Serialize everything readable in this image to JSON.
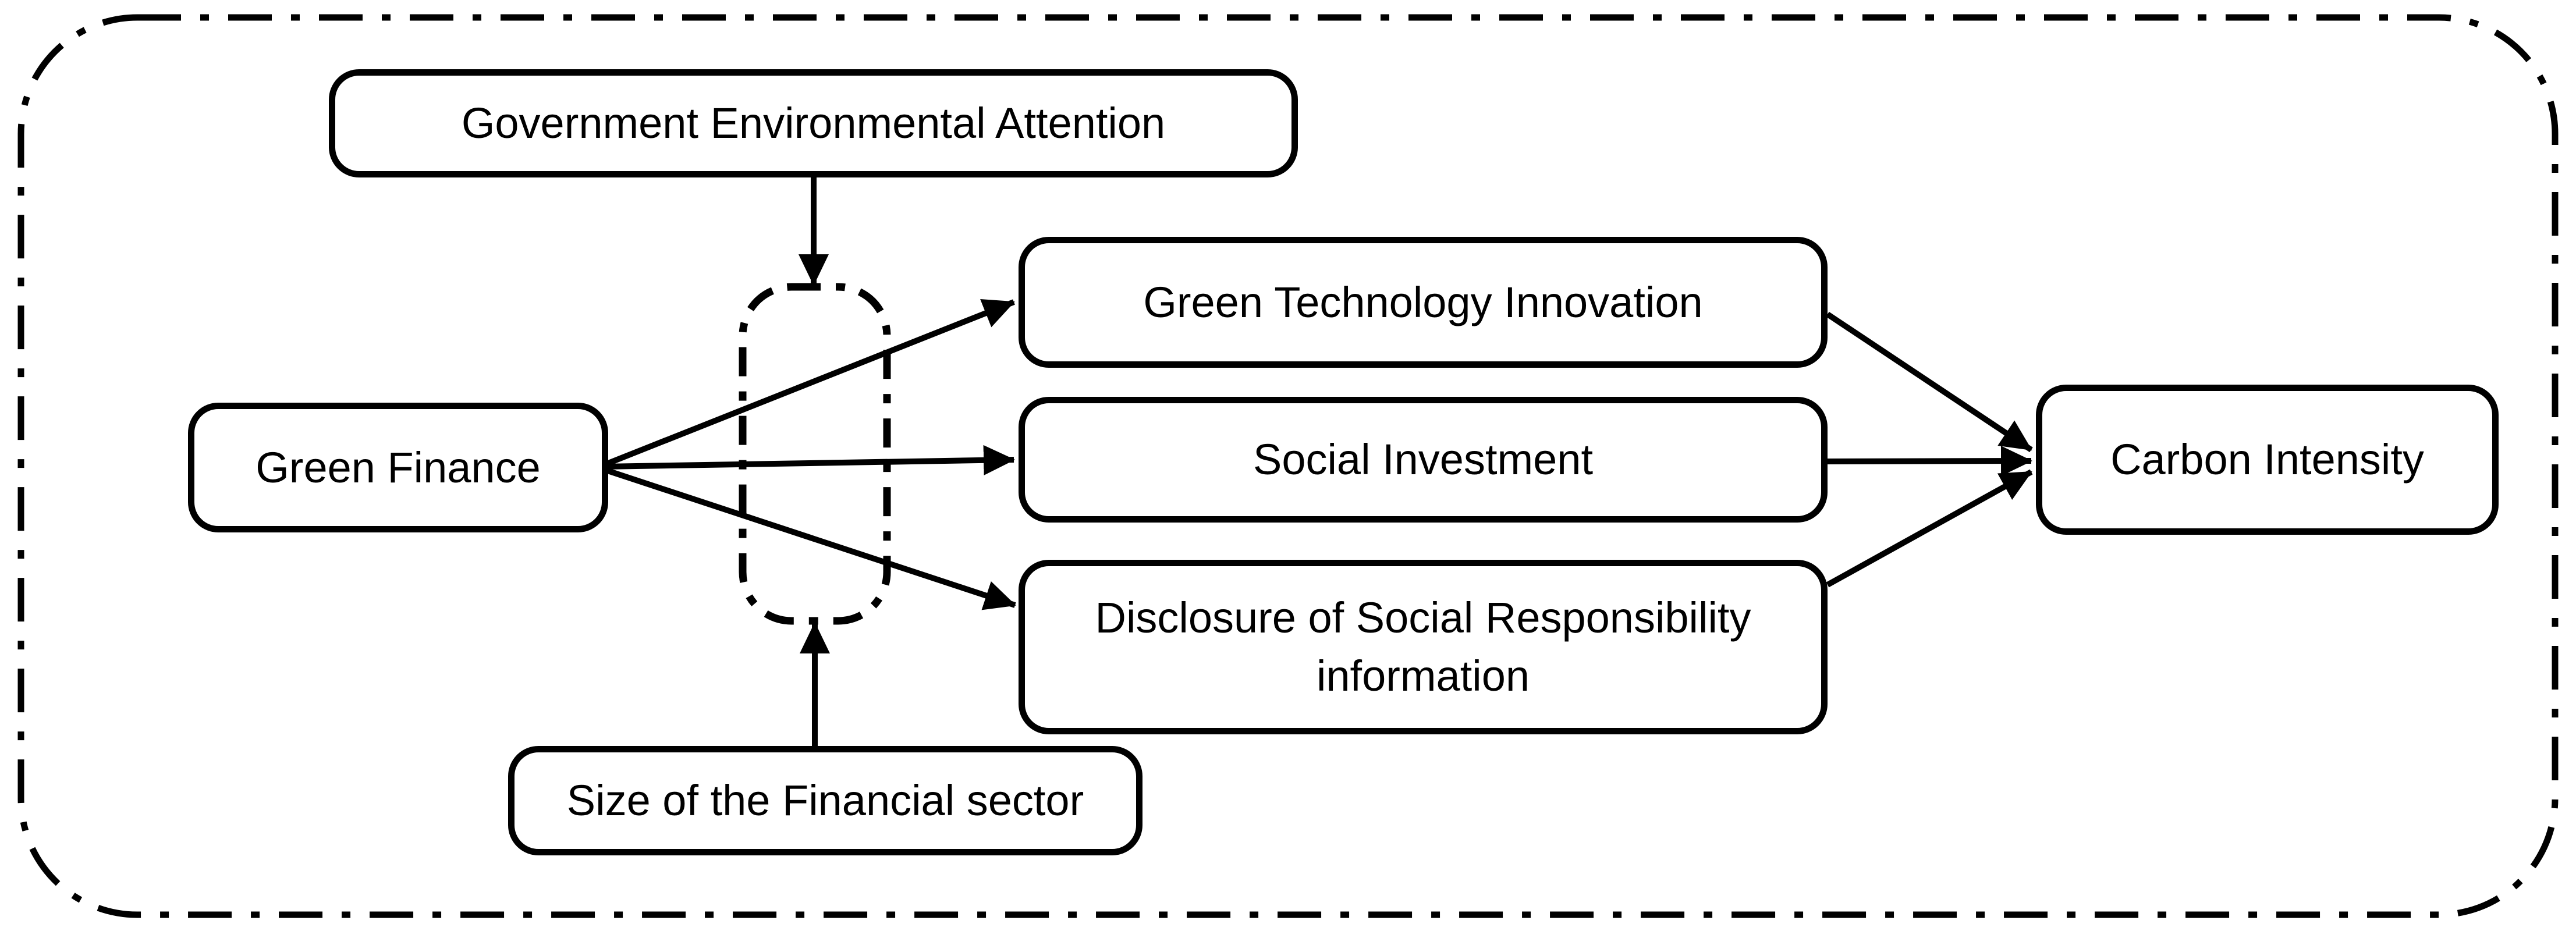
{
  "figure": {
    "kind": "conceptual-framework-diagram",
    "background_color": "#ffffff",
    "line_color": "#000000"
  },
  "nodes": {
    "government_environmental_attention": {
      "label": "Government Environmental Attention"
    },
    "green_finance": {
      "label": "Green Finance"
    },
    "green_technology_innovation": {
      "label": "Green Technology Innovation"
    },
    "social_investment": {
      "label": "Social Investment"
    },
    "disclosure_of_social_responsibility": {
      "label": "Disclosure of Social Responsibility\ninformation"
    },
    "carbon_intensity": {
      "label": "Carbon Intensity"
    },
    "size_of_financial_sector": {
      "label": "Size of the Financial sector"
    },
    "moderation_region": {
      "label": "",
      "outline": "dash-dot"
    }
  },
  "edges": [
    {
      "from": "government_environmental_attention",
      "to": "moderation_region",
      "arrow": true
    },
    {
      "from": "size_of_financial_sector",
      "to": "moderation_region",
      "arrow": true
    },
    {
      "from": "green_finance",
      "to": "green_technology_innovation",
      "arrow": true
    },
    {
      "from": "green_finance",
      "to": "social_investment",
      "arrow": true
    },
    {
      "from": "green_finance",
      "to": "disclosure_of_social_responsibility",
      "arrow": true
    },
    {
      "from": "green_technology_innovation",
      "to": "carbon_intensity",
      "arrow": true
    },
    {
      "from": "social_investment",
      "to": "carbon_intensity",
      "arrow": true
    },
    {
      "from": "disclosure_of_social_responsibility",
      "to": "carbon_intensity",
      "arrow": true
    }
  ]
}
